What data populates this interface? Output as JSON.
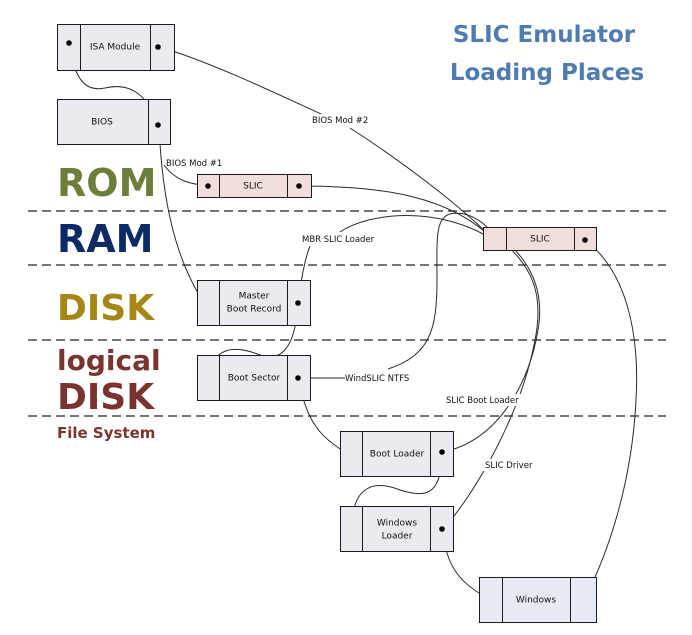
{
  "title": {
    "line1": "SLIC Emulator",
    "line2": "Loading Places",
    "color": "#4f7bb0"
  },
  "zones": [
    {
      "id": "rom",
      "label": "ROM",
      "color": "#6b7f3a"
    },
    {
      "id": "ram",
      "label": "RAM",
      "color": "#0c2a66"
    },
    {
      "id": "disk",
      "label": "DISK",
      "color": "#a68614"
    },
    {
      "id": "logical",
      "label_line1": "logical",
      "label_line2": "DISK",
      "color": "#7b3330"
    },
    {
      "id": "fs",
      "label": "File System",
      "color": "#7b3330"
    }
  ],
  "boxes": {
    "isa_module": {
      "label": "ISA Module",
      "fill": "#ece9f0"
    },
    "bios": {
      "label": "BIOS",
      "fill": "#ece9f0"
    },
    "slic_rom": {
      "label": "SLIC",
      "fill": "#f2dddd"
    },
    "slic_ram": {
      "label": "SLIC",
      "fill": "#f2dddd"
    },
    "mbr": {
      "label_line1": "Master",
      "label_line2": "Boot Record",
      "fill": "#ece9f0"
    },
    "boot_sector": {
      "label": "Boot Sector",
      "fill": "#ece9f0"
    },
    "boot_loader": {
      "label": "Boot Loader",
      "fill": "#ece9f0"
    },
    "windows_loader": {
      "label_line1": "Windows",
      "label_line2": "Loader",
      "fill": "#ece9f0"
    },
    "windows": {
      "label": "Windows",
      "fill": "#e6ebf3"
    }
  },
  "connector_labels": {
    "bios_mod_1": "BIOS Mod #1",
    "bios_mod_2": "BIOS Mod #2",
    "mbr_slic_loader": "MBR SLIC Loader",
    "windslic_ntfs": "WindSLIC NTFS",
    "slic_boot_loader": "SLIC Boot Loader",
    "slic_driver": "SLIC Driver"
  }
}
